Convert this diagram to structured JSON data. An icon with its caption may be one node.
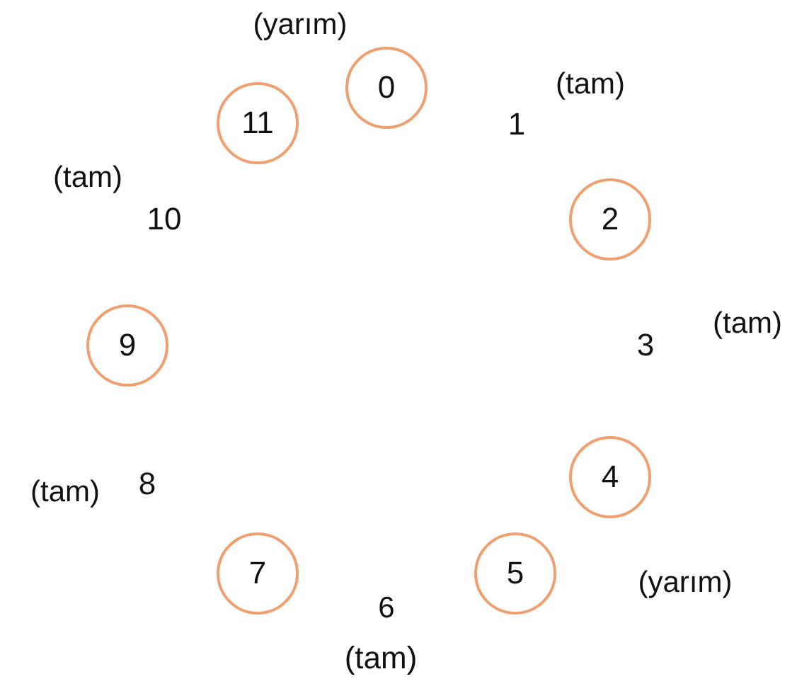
{
  "diagram": {
    "nodes": [
      {
        "text": [
          "0"
        ],
        "beside": [
          "(yarım)"
        ]
      },
      {
        "text": [
          "11"
        ]
      },
      {
        "text": [
          "2"
        ]
      },
      {
        "text": [
          "9"
        ]
      },
      {
        "text": [
          "4"
        ]
      },
      {
        "text": [
          "7"
        ]
      },
      {
        "text": [
          "5"
        ],
        "beside": [
          "(yarım)"
        ]
      }
    ],
    "labels": [
      "(tam)",
      "1",
      "(tam)",
      "10",
      "(tam)",
      "3",
      "(tam)",
      "8",
      "6",
      "(tam)"
    ]
  }
}
